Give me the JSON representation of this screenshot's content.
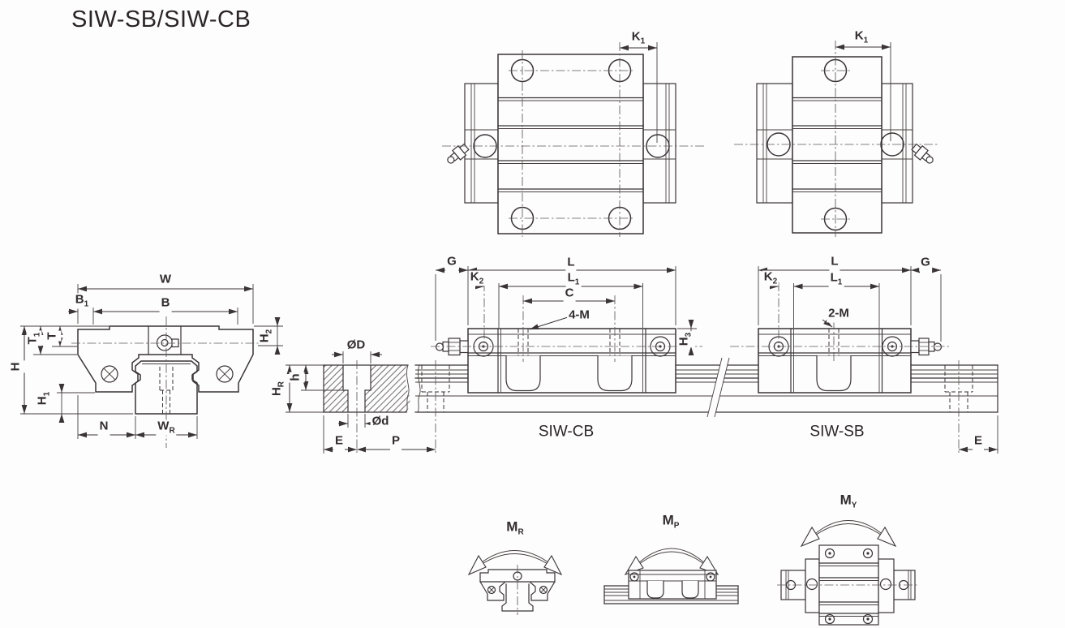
{
  "title": "SIW-SB/SIW-CB",
  "colors": {
    "line": "#3a3437",
    "text": "#2b2527",
    "background": "#fdfdfd"
  },
  "labels": {
    "top_cb": {
      "k1": {
        "main": "K",
        "sub": "1"
      }
    },
    "top_sb": {
      "k1": {
        "main": "K",
        "sub": "1"
      }
    },
    "front": {
      "w": {
        "main": "W",
        "sub": ""
      },
      "b1": {
        "main": "B",
        "sub": "1"
      },
      "b": {
        "main": "B",
        "sub": ""
      },
      "t1": {
        "main": "T",
        "sub": "1"
      },
      "t": {
        "main": "T",
        "sub": ""
      },
      "h": {
        "main": "H",
        "sub": ""
      },
      "h2": {
        "main": "H",
        "sub": "2"
      },
      "h1": {
        "main": "H",
        "sub": "1"
      },
      "n": {
        "main": "N",
        "sub": ""
      },
      "wr": {
        "main": "W",
        "sub": "R"
      }
    },
    "rail_detail": {
      "d_cap": {
        "main": "ØD",
        "sub": ""
      },
      "h_small": {
        "main": "h",
        "sub": ""
      },
      "hr": {
        "main": "H",
        "sub": "R"
      },
      "d_small": {
        "main": "Ød",
        "sub": ""
      },
      "e": {
        "main": "E",
        "sub": ""
      },
      "p": {
        "main": "P",
        "sub": ""
      }
    },
    "cb_side": {
      "g": {
        "main": "G",
        "sub": ""
      },
      "l": {
        "main": "L",
        "sub": ""
      },
      "k2": {
        "main": "K",
        "sub": "2"
      },
      "l1": {
        "main": "L",
        "sub": "1"
      },
      "c": {
        "main": "C",
        "sub": ""
      },
      "m4": {
        "main": "4-M",
        "sub": ""
      },
      "h3": {
        "main": "H",
        "sub": "3"
      },
      "caption": "SIW-CB"
    },
    "sb_side": {
      "l": {
        "main": "L",
        "sub": ""
      },
      "g": {
        "main": "G",
        "sub": ""
      },
      "k2": {
        "main": "K",
        "sub": "2"
      },
      "l1": {
        "main": "L",
        "sub": "1"
      },
      "m2": {
        "main": "2-M",
        "sub": ""
      },
      "e": {
        "main": "E",
        "sub": ""
      },
      "caption": "SIW-SB"
    },
    "moments": {
      "mr": {
        "main": "M",
        "sub": "R"
      },
      "mp": {
        "main": "M",
        "sub": "P"
      },
      "my": {
        "main": "M",
        "sub": "Y"
      }
    }
  }
}
